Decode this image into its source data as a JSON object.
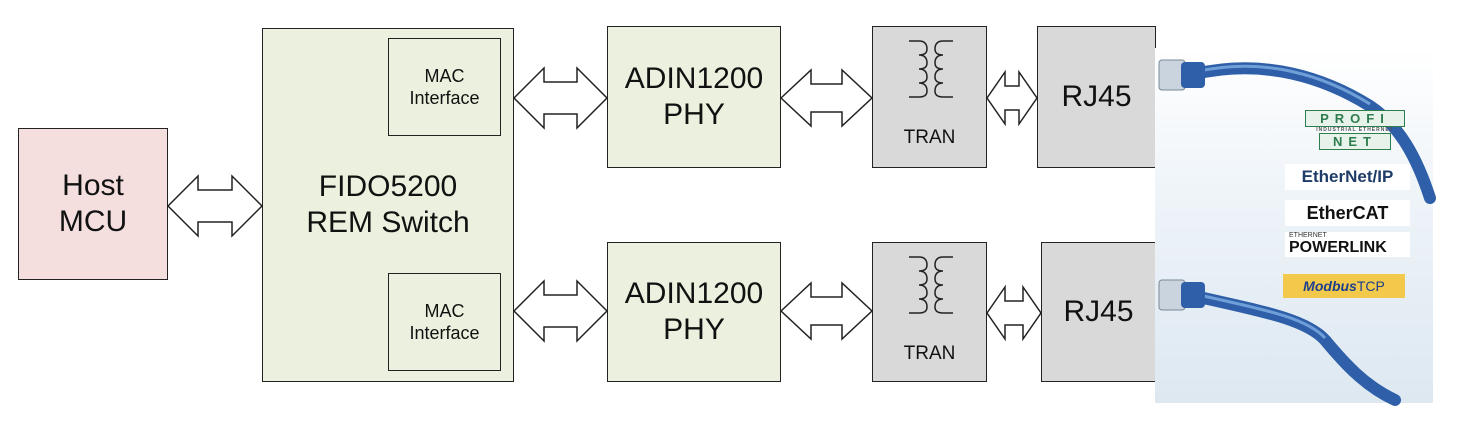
{
  "host": {
    "line1": "Host",
    "line2": "MCU"
  },
  "switch": {
    "line1": "FIDO5200",
    "line2": "REM Switch"
  },
  "mac_top": {
    "line1": "MAC",
    "line2": "Interface"
  },
  "mac_bottom": {
    "line1": "MAC",
    "line2": "Interface"
  },
  "phy_top": {
    "line1": "ADIN1200",
    "line2": "PHY"
  },
  "phy_bottom": {
    "line1": "ADIN1200",
    "line2": "PHY"
  },
  "tran_top": {
    "label": "TRAN"
  },
  "tran_bottom": {
    "label": "TRAN"
  },
  "rj45_top": {
    "label": "RJ45"
  },
  "rj45_bottom": {
    "label": "RJ45"
  },
  "logos": {
    "profinet_top": "PROFI",
    "profinet_bottom": "NET",
    "profinet_sub": "INDUSTRIAL ETHERNET",
    "ethernetip": "EtherNet/IP",
    "ethercat": "EtherCAT",
    "powerlink_small": "ETHERNET",
    "powerlink": "POWERLINK",
    "modbus_a": "Modbus",
    "modbus_b": "TCP"
  },
  "colors": {
    "host_fill": "#f4dede",
    "green_fill": "#ebf1de",
    "gray_fill": "#d9d9d9",
    "cable_blue": "#2f5fa8"
  }
}
